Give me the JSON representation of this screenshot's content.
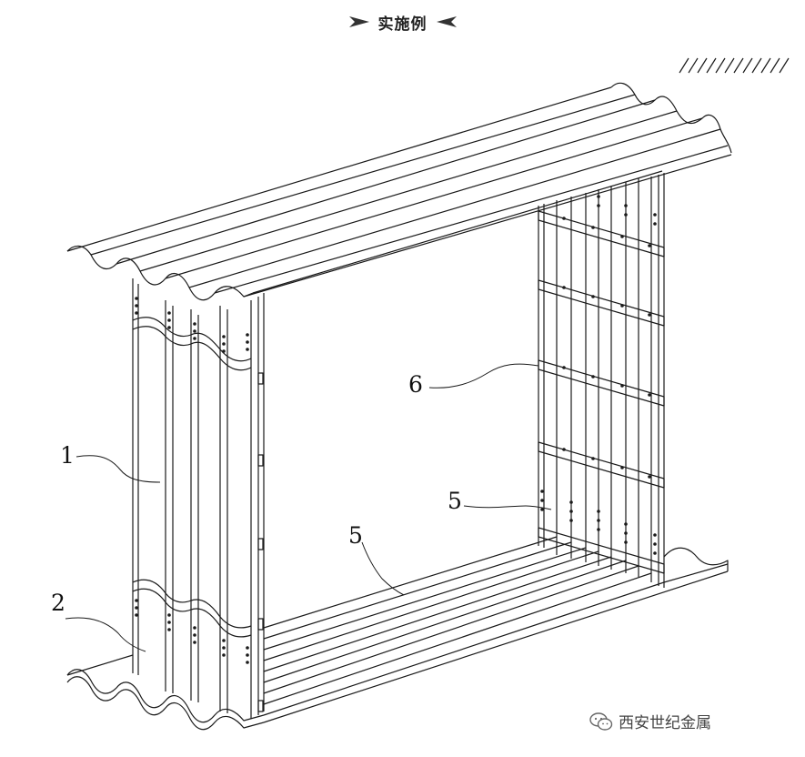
{
  "header": {
    "title": "实施例"
  },
  "callouts": {
    "c1": "1",
    "c2": "2",
    "c5a": "5",
    "c5b": "5",
    "c6": "6"
  },
  "watermark": {
    "text": "西安世纪金属"
  },
  "icons": {
    "header_left": "right-pointing-arrow-icon",
    "header_right": "left-pointing-arrow-icon",
    "watermark": "wechat-icon",
    "corner": "hatch-lines-icon"
  },
  "colors": {
    "line": "#1a1a1a",
    "title": "#222222",
    "background": "#ffffff"
  }
}
